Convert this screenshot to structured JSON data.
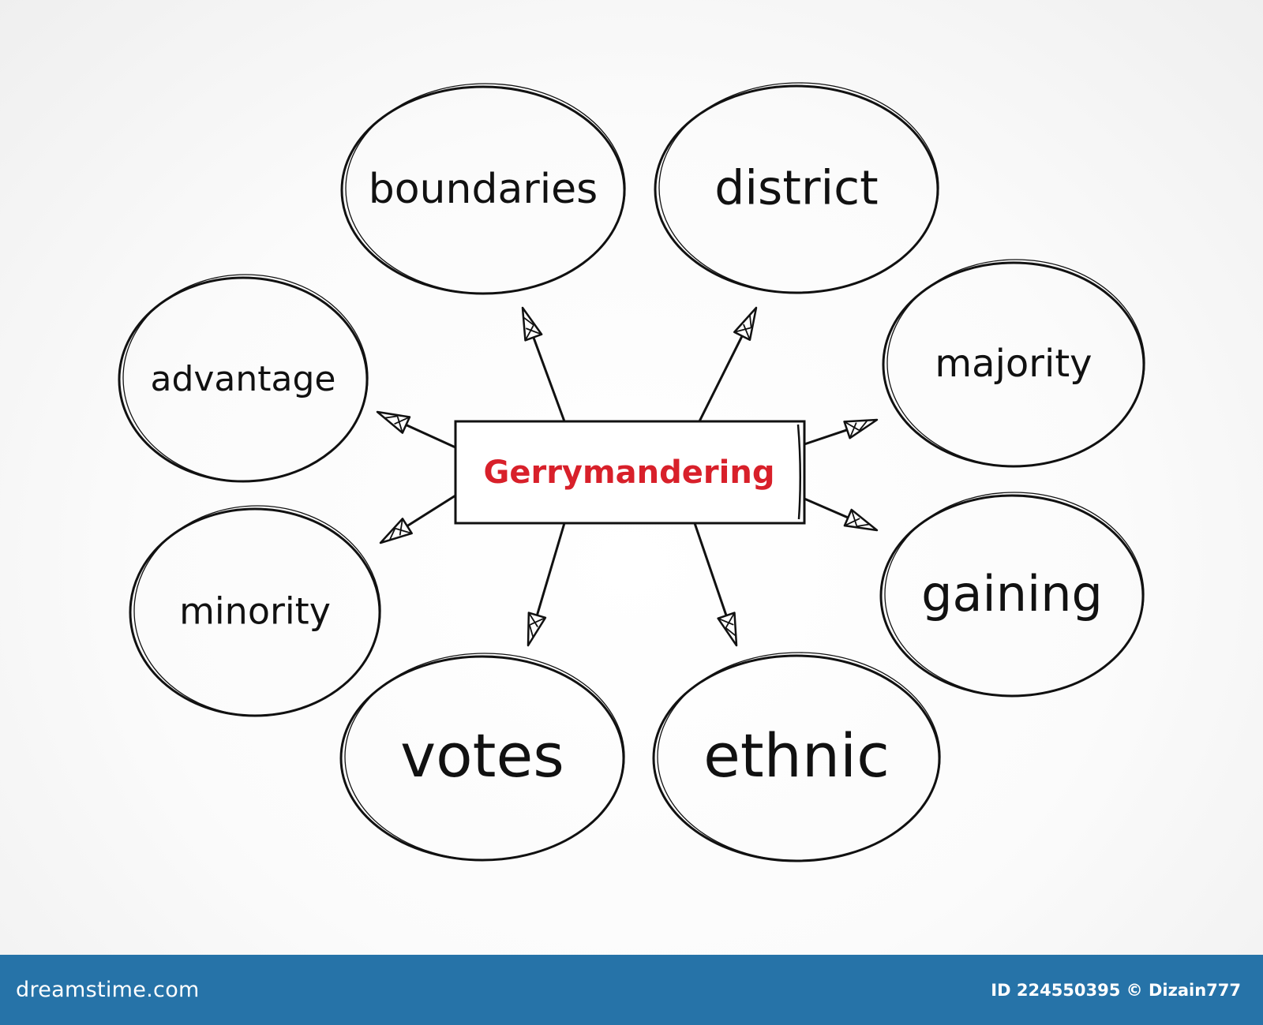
{
  "diagram": {
    "center": {
      "label": "Gerrymandering"
    },
    "nodes": [
      {
        "id": "boundaries",
        "label": "boundaries"
      },
      {
        "id": "district",
        "label": "district"
      },
      {
        "id": "advantage",
        "label": "advantage"
      },
      {
        "id": "majority",
        "label": "majority"
      },
      {
        "id": "minority",
        "label": "minority"
      },
      {
        "id": "gaining",
        "label": "gaining"
      },
      {
        "id": "votes",
        "label": "votes"
      },
      {
        "id": "ethnic",
        "label": "ethnic"
      }
    ],
    "colors": {
      "ink": "#111111",
      "accent": "#d8202a",
      "background": "#ffffff"
    }
  },
  "footer": {
    "brand": "dreamstime.com",
    "image_id": "ID 224550395 © Dizain777",
    "bar_color": "#2673a8"
  }
}
